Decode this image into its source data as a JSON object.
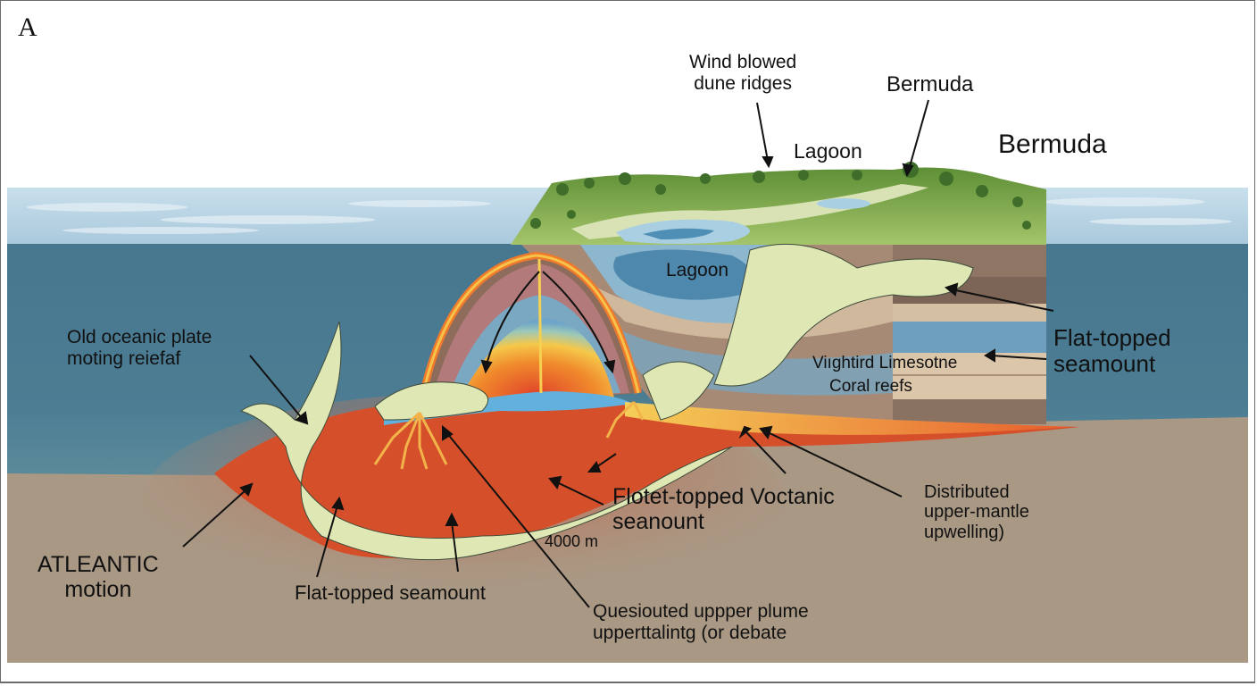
{
  "figure": {
    "panel_letter": "A",
    "subject": "Bermuda volcanic seamount cross-section"
  },
  "colors": {
    "sky_water": "#b7d3e3",
    "ocean": "#4a7b92",
    "seafloor": "#a99884",
    "magma_red": "#d9522a",
    "magma_yellow": "#f5c040",
    "limestone_green": "#dfe8b6",
    "vegetation": "#7fa84a",
    "lagoon": "#5f97b9",
    "sediment_brown": "#8c7160",
    "sediment_tan": "#d9c3a8"
  },
  "labels": {
    "wind_dunes": [
      "Wind blowed",
      "dune ridges"
    ],
    "bermuda_arrow": "Bermuda",
    "lagoon_top": "Lagoon",
    "bermuda_title": "Bermuda",
    "lagoon_inner": "Lagoon",
    "old_plate": [
      "Old oceanic plate",
      "moting reiefaf"
    ],
    "flat_topped_right": [
      "Flat-topped",
      "seamount"
    ],
    "limestone": "Viıghtird Limesotne",
    "coral_reefs": "Coral reefs",
    "volcanic_seamount": [
      "Flotet-topped Voctanic",
      "seanount"
    ],
    "depth": "4000 m",
    "distributed": [
      "Distributed",
      "upper-mantle",
      "upwelling)"
    ],
    "atlantic": [
      "ATLEANTIC",
      "motion"
    ],
    "flat_topped_bottom": "Flat-topped seamount",
    "plume": [
      "Quesiouted uppper plume",
      "upperttalintg (or debate"
    ]
  }
}
